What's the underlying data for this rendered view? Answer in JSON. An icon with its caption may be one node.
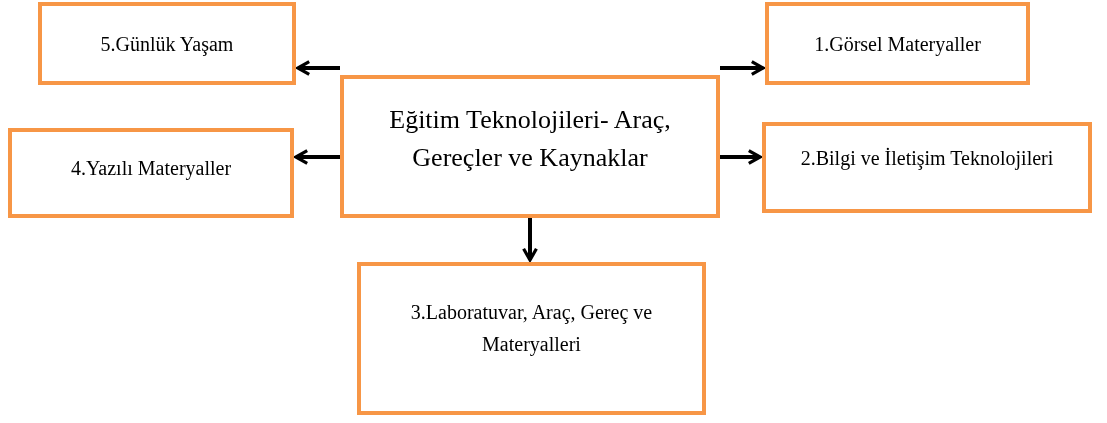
{
  "diagram": {
    "nodes": [
      {
        "text": [
          "5.Günlük Yaşam"
        ]
      },
      {
        "text": [
          "1.Görsel Materyaller"
        ]
      },
      {
        "text": [
          "Eğitim Teknolojileri- Araç, Gereçler ve Kaynaklar"
        ]
      },
      {
        "text": [
          "4.Yazılı Materyaller"
        ]
      },
      {
        "text": [
          "2.Bilgi ve İletişim Teknolojileri"
        ]
      },
      {
        "text": [
          "3.Laboratuvar, Araç, Gereç ve Materyalleri"
        ]
      }
    ],
    "edges": [
      {
        "from": 2,
        "to": 0,
        "arrow": "to"
      },
      {
        "from": 2,
        "to": 1,
        "arrow": "to"
      },
      {
        "from": 2,
        "to": 3,
        "arrow": "to"
      },
      {
        "from": 2,
        "to": 4,
        "arrow": "to"
      },
      {
        "from": 2,
        "to": 5,
        "arrow": "to"
      }
    ]
  }
}
